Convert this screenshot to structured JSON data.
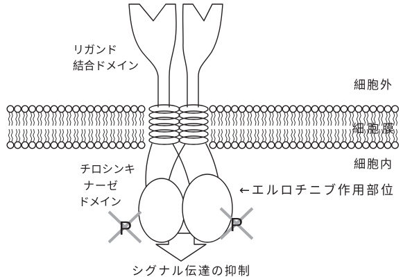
{
  "diagram": {
    "ligand_binding_domain_label": [
      "リガンド",
      "結合ドメイン"
    ],
    "compartment_labels": {
      "extracellular": "細胞外",
      "membrane": "細胞膜",
      "intracellular": "細胞内"
    },
    "tyrosine_kinase_domain_label": [
      "チロシンキ",
      "ナーゼ",
      "ドメイン"
    ],
    "erlotinib_site_label": "←エルロチニブ作用部位",
    "outcome_label": "シグナル伝達の抑制",
    "phosphorylation_labels": [
      "P",
      "P"
    ]
  },
  "colors": {
    "outline": "#231f20",
    "cross_mark": "#a7a9ac",
    "background": "#ffffff"
  }
}
